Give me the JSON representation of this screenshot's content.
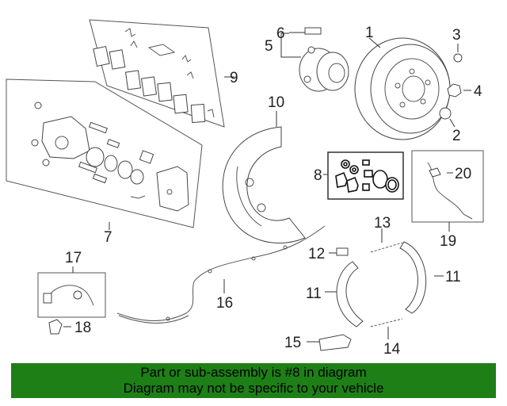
{
  "callouts": {
    "c1": "1",
    "c2": "2",
    "c3": "3",
    "c4": "4",
    "c5": "5",
    "c6": "6",
    "c7": "7",
    "c8": "8",
    "c9": "9",
    "c10": "10",
    "c11a": "11",
    "c11b": "11",
    "c12": "12",
    "c13": "13",
    "c14": "14",
    "c15": "15",
    "c16": "16",
    "c17": "17",
    "c18": "18",
    "c19": "19",
    "c20": "20"
  },
  "banner": {
    "line1": "Part or sub-assembly is #8 in diagram",
    "line2": "Diagram may not be specific to your vehicle"
  },
  "colors": {
    "banner_bg": "#1e7f17",
    "line": "#555555",
    "highlight_frame": "#111111"
  }
}
